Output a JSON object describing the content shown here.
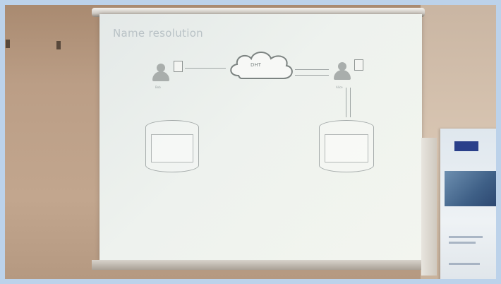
{
  "slide": {
    "title": "Name resolution",
    "cloud_label": "DHT",
    "left_person": "Bob",
    "right_person": "Alice",
    "right_doc": "",
    "left_db": "",
    "right_db": "",
    "arrows": [
      "",
      "",
      "",
      "",
      ""
    ],
    "db_rows_left": [
      "",
      "",
      ""
    ],
    "db_rows_right": [
      "",
      "",
      ""
    ],
    "page_number": ""
  },
  "colors": {
    "wall": "#b79c84",
    "screen": "#eef2ee",
    "frame": "#bcd2ea",
    "poster_accent": "#2a3f8a"
  },
  "icons": {
    "left_person": "person-icon",
    "right_person": "person-icon",
    "cloud": "cloud-icon",
    "database_left": "database-icon",
    "database_right": "database-icon"
  }
}
